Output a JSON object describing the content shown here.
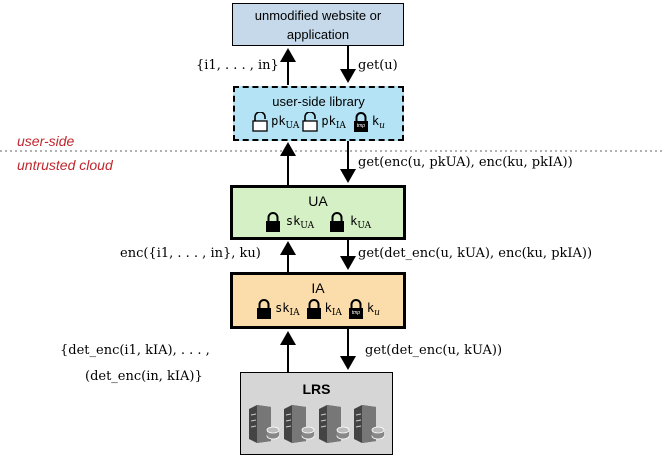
{
  "boxes": {
    "website": {
      "label_line1": "unmodified website or",
      "label_line2": "application",
      "fill": "#c5d9ea"
    },
    "library": {
      "title": "user-side library",
      "key1": "pk",
      "key1_sub": "UA",
      "key2": "pk",
      "key2_sub": "IA",
      "key3": "k",
      "key3_sub": "u",
      "tmp": "tmp",
      "fill": "#b3e3f5"
    },
    "ua": {
      "title": "UA",
      "key1": "sk",
      "key1_sub": "UA",
      "key2": "k",
      "key2_sub": "UA",
      "fill": "#d6f0c6"
    },
    "ia": {
      "title": "IA",
      "key1": "sk",
      "key1_sub": "IA",
      "key2": "k",
      "key2_sub": "IA",
      "key3": "k",
      "key3_sub": "u",
      "tmp": "tmp",
      "fill": "#fbdcab"
    },
    "lrs": {
      "title": "LRS",
      "fill": "#d6d6d6"
    }
  },
  "zones": {
    "upper": "user-side",
    "lower": "untrusted cloud"
  },
  "arrows": {
    "results_up": "{i1, . . . , in}",
    "get_u": "get(u)",
    "get_enc": "get(enc(u, pkUA), enc(ku, pkIA))",
    "enc_results": "enc({i1, . . . , in}, ku)",
    "get_det_enc_ua": "get(det_enc(u, kUA), enc(ku, pkIA))",
    "det_enc_results_1": "{det_enc(i1, kIA), . . . ,",
    "det_enc_results_2": "(det_enc(in, kIA)}",
    "get_det_enc_lrs": "get(det_enc(u, kUA))"
  }
}
